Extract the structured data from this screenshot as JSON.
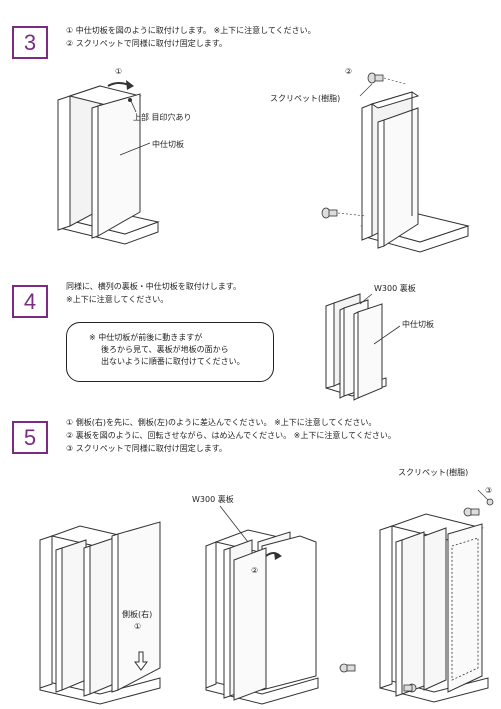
{
  "step3": {
    "number": "3",
    "lines": [
      "① 中仕切板を図のように取付けします。 ※上下に注意してください。",
      "② スクリペットで同様に取付け固定します。"
    ],
    "circle1": "①",
    "label_top_mark": "上部 目印穴あり",
    "label_partition": "中仕切板",
    "circle2": "②",
    "label_rivet": "スクリペット(樹脂)"
  },
  "step4": {
    "number": "4",
    "lines": [
      "同様に、横列の裏板・中仕切板を取付けします。",
      "※上下に注意してください。"
    ],
    "note_lines": [
      "※ 中仕切板が前後に動きますが",
      "後ろから見て、裏板が地板の面から",
      "出ないように順番に取付けてください。"
    ],
    "label_backboard": "W300 裏板",
    "label_partition": "中仕切板"
  },
  "step5": {
    "number": "5",
    "lines": [
      "① 側板(右)を先に、側板(左)のように差込んでください。 ※上下に注意してください。",
      "② 裏板を図のように、回転させながら、はめ込んでください。 ※上下に注意してください。",
      "③ スクリペットで同様に取付け固定します。"
    ],
    "label_side_right": "側板(右)",
    "circle1": "①",
    "label_backboard": "W300 裏板",
    "circle2": "②",
    "label_rivet": "スクリペット(樹脂)",
    "circle3": "③"
  }
}
